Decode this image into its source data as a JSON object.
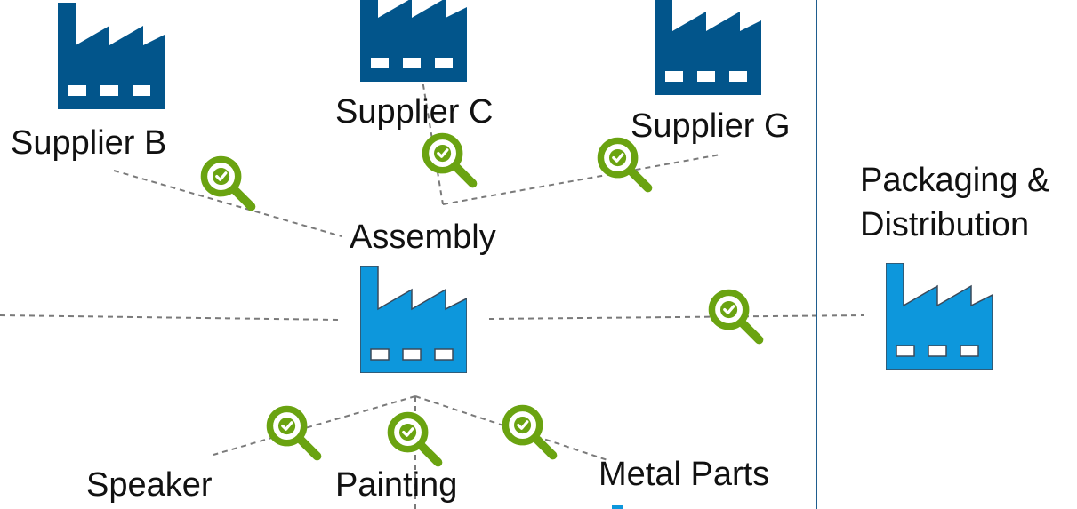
{
  "diagram": {
    "colors": {
      "supplier_factory": "#02558b",
      "main_factory": "#0d97dc",
      "inspection_icon": "#6aa311",
      "connector": "#7a7a7a",
      "divider": "#1f5d8e"
    },
    "nodes": {
      "supplier_b": {
        "label": "Supplier B",
        "icon": "factory-icon"
      },
      "supplier_c": {
        "label": "Supplier C",
        "icon": "factory-icon"
      },
      "supplier_g": {
        "label": "Supplier G",
        "icon": "factory-icon"
      },
      "assembly": {
        "label": "Assembly",
        "icon": "factory-icon"
      },
      "packaging": {
        "label_line1": "Packaging &",
        "label_line2": "Distribution",
        "icon": "factory-icon"
      },
      "speaker": {
        "label": "Speaker"
      },
      "painting": {
        "label": "Painting"
      },
      "metal_parts": {
        "label": "Metal Parts"
      }
    },
    "inspection_icon": "magnifier-check-icon"
  }
}
